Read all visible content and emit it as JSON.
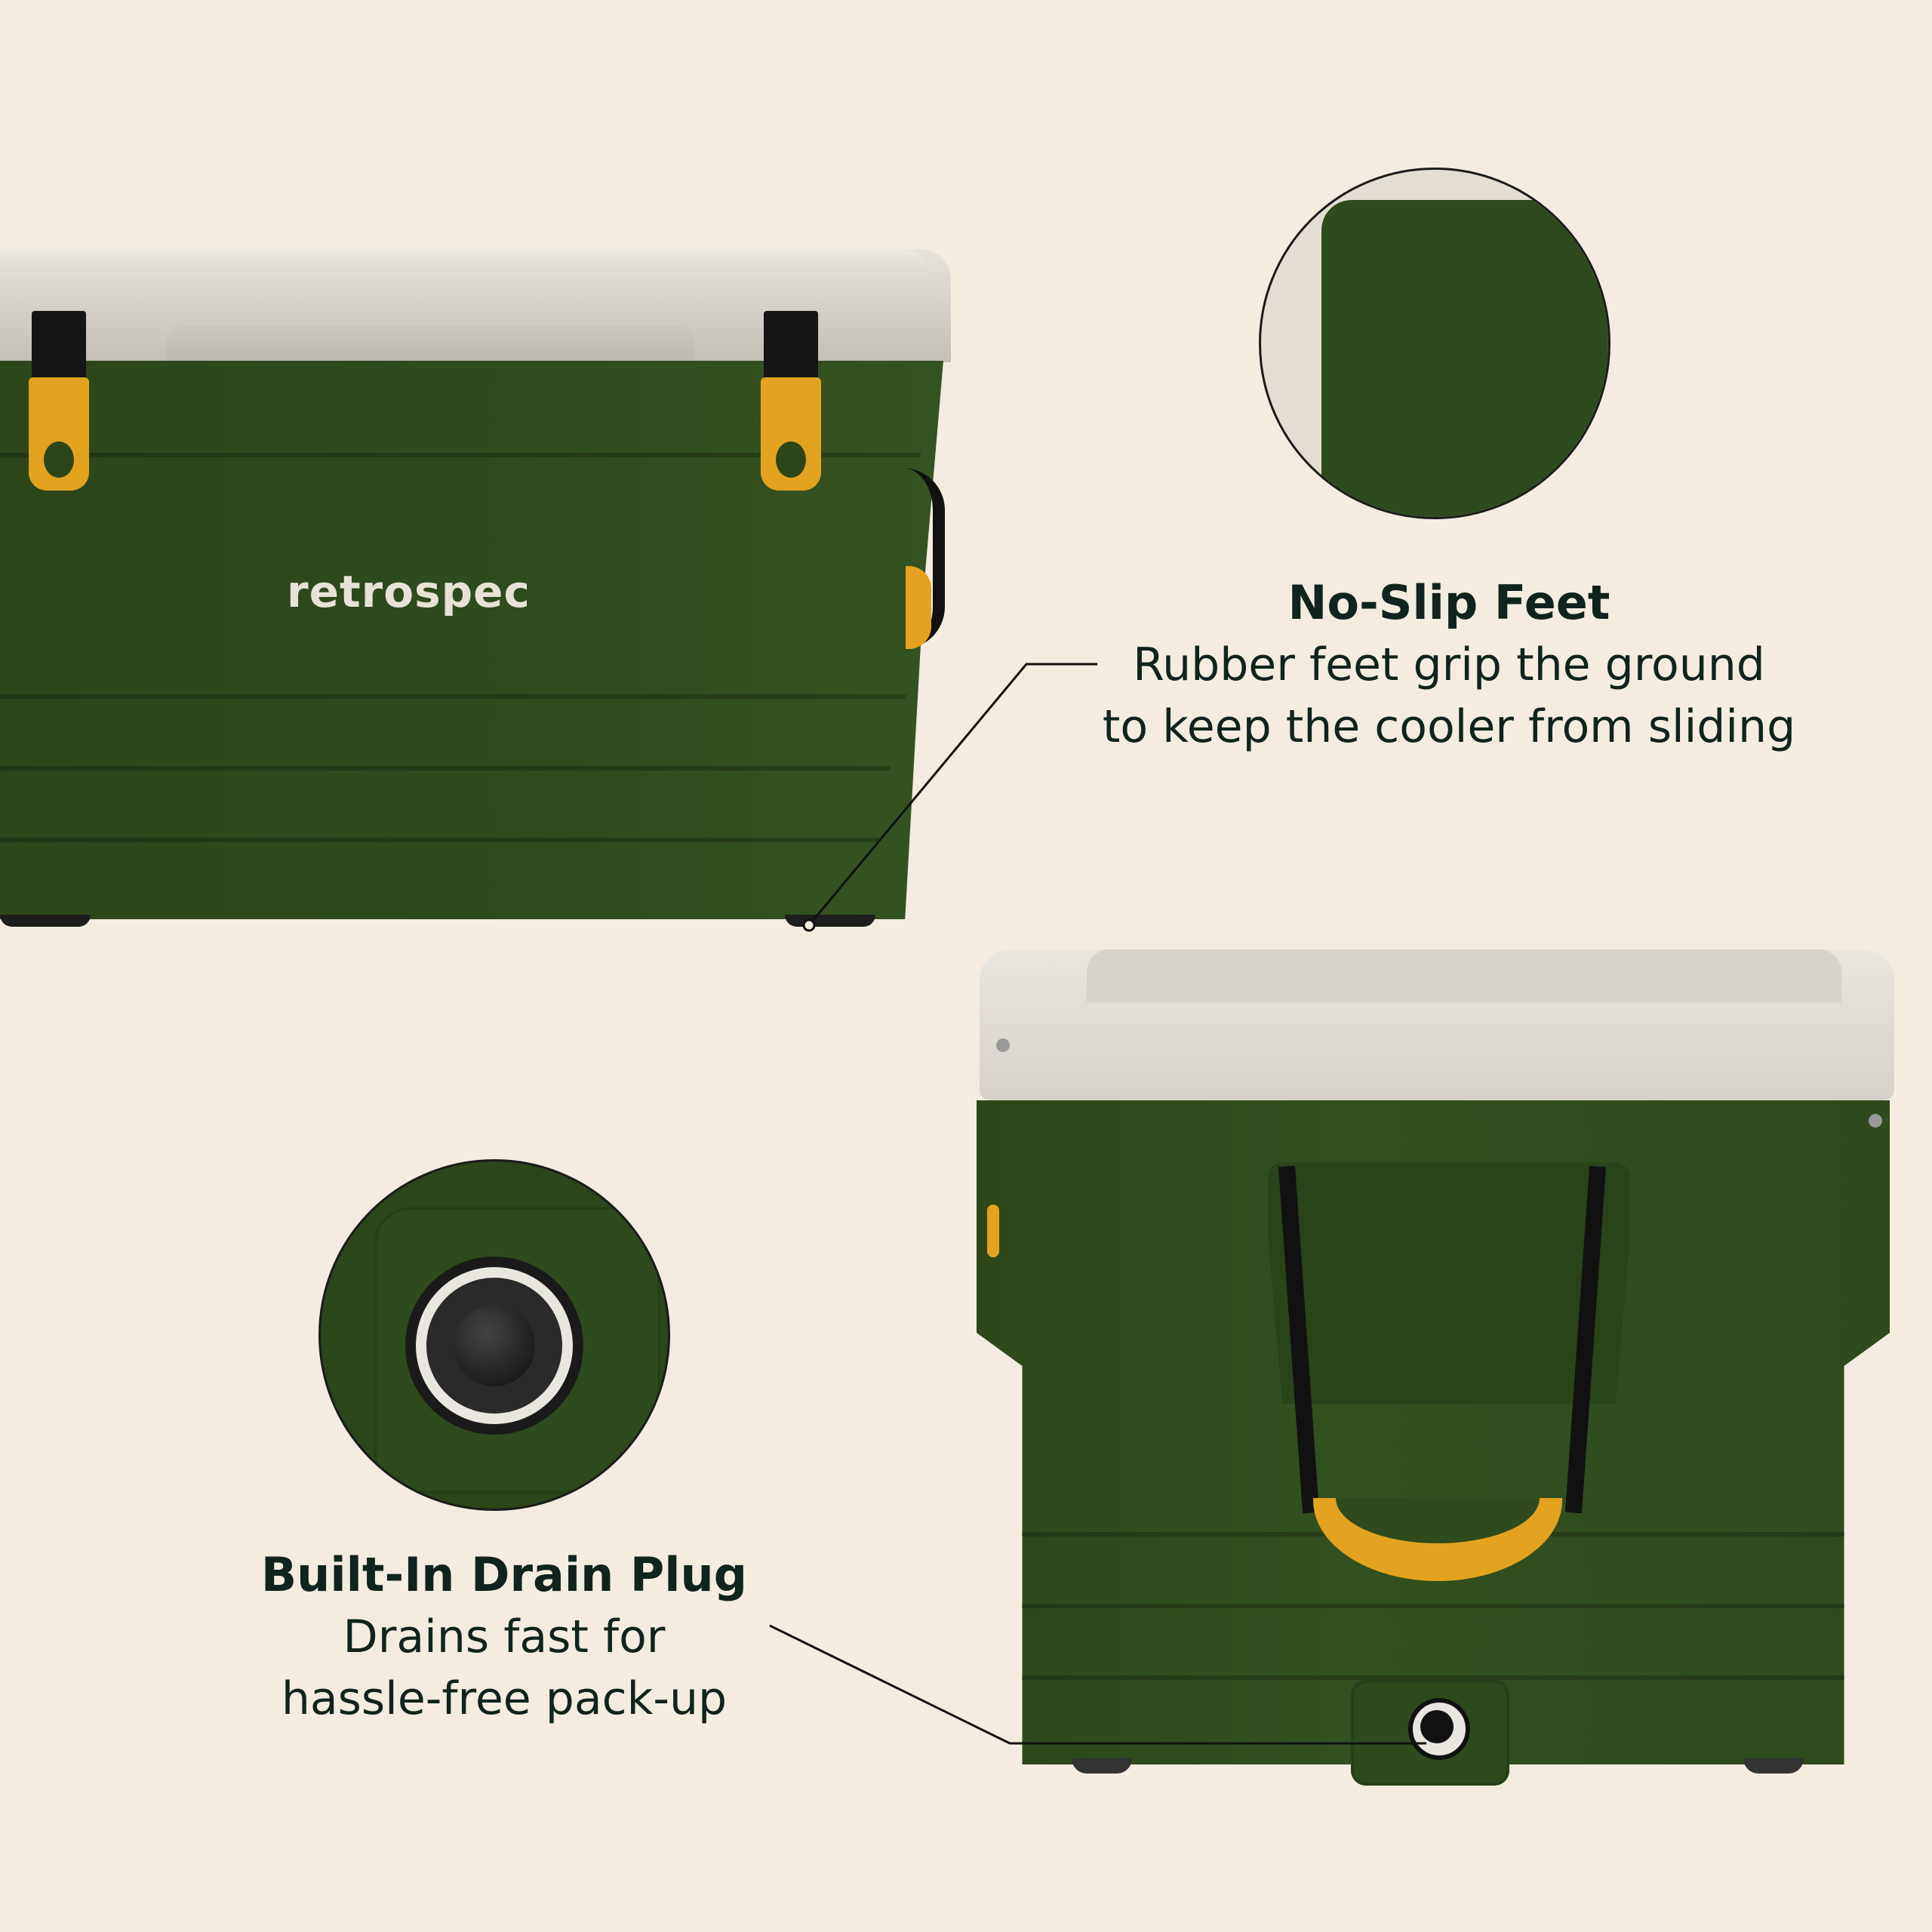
{
  "colors": {
    "background": "#f4ece0",
    "cooler_green": "#2f4a1c",
    "lid_white": "#ddd8d1",
    "accent_yellow": "#e3a21f",
    "text_dark": "#10231e"
  },
  "product": {
    "brand_logo": "retrospec"
  },
  "features": [
    {
      "title": "No-Slip Feet",
      "description_lines": [
        "Rubber feet grip the ground",
        "to keep the cooler from sliding"
      ],
      "icon": "rubber-foot-closeup"
    },
    {
      "title": "Built-In Drain Plug",
      "description_lines": [
        "Drains fast for",
        "hassle-free pack-up"
      ],
      "icon": "drain-plug-closeup"
    }
  ]
}
